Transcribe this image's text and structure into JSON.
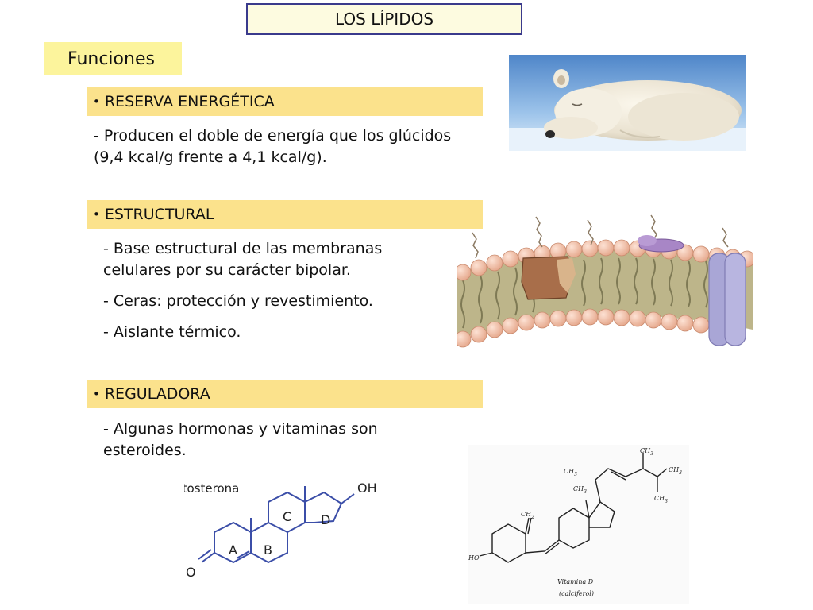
{
  "title": "LOS LÍPIDOS",
  "subtitle": "Funciones",
  "bullet_glyph": "•",
  "sections": [
    {
      "heading": "RESERVA ENERGÉTICA",
      "lines": [
        "- Producen el doble de energía que los glúcidos",
        "(9,4 kcal/g frente a 4,1 kcal/g)."
      ]
    },
    {
      "heading": "ESTRUCTURAL",
      "lines": [
        "- Base estructural de las membranas",
        "celulares por su carácter bipolar.",
        "- Ceras: protección y revestimiento.",
        "- Aislante térmico."
      ]
    },
    {
      "heading": "REGULADORA",
      "lines": [
        "- Algunas hormonas y vitaminas son",
        "esteroides."
      ]
    }
  ],
  "testosterone": {
    "name": "Testosterona",
    "oh": "OH",
    "o": "O",
    "rings": [
      "A",
      "B",
      "C",
      "D"
    ]
  },
  "vitamin_d": {
    "ch3": "CH",
    "sub3": "3",
    "ch2": "CH",
    "sub2": "2",
    "ho": "HO",
    "name": "Vitamina D",
    "alt_name": "(calciferol)"
  },
  "colors": {
    "section_bar": "#fbe28c",
    "subtitle_bg": "#fcf49c",
    "title_border": "#3a3a8c",
    "bilayer_head": "#f2bfa6",
    "bilayer_tail": "#b3ab7e"
  }
}
